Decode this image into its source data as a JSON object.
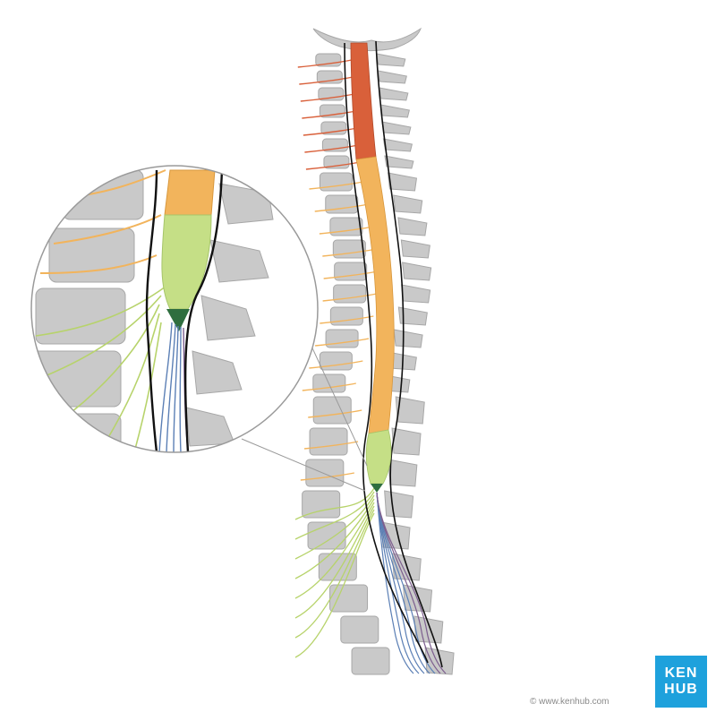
{
  "credit": "© www.kenhub.com",
  "logo": {
    "line1": "KEN",
    "line2": "HUB",
    "color": "#1ea1dc"
  },
  "colors": {
    "background": "#ffffff",
    "bone": "#c9c9c9",
    "bone_edge": "#a7a7a7",
    "cervical_cord": "#d9603a",
    "thoracic_cord": "#f2b45c",
    "conus_medullaris": "#c5df86",
    "conus_tip": "#2f6e3f",
    "cauda_equina_blue": "#5b7fb5",
    "cauda_equina_green": "#b7d36b",
    "cervical_nerves": "#d9603a",
    "thoracic_nerves": "#f2b45c",
    "dura_outline": "#111111"
  },
  "icons": [
    "spine-illustration",
    "magnifier-inset"
  ]
}
